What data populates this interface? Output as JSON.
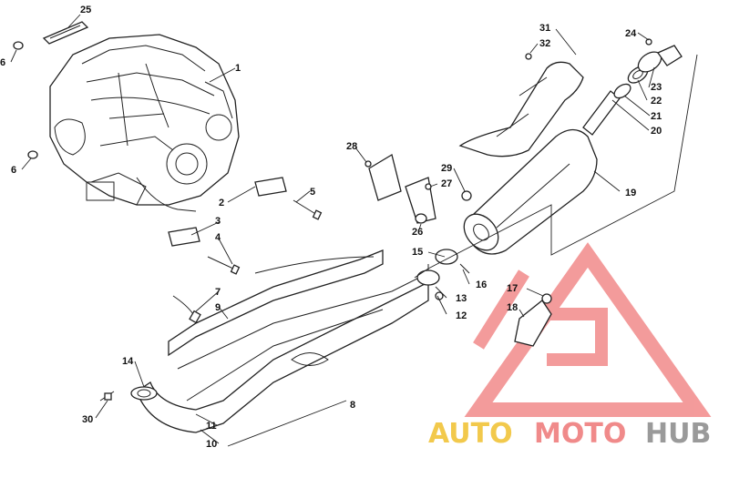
{
  "diagram": {
    "callouts": [
      "1",
      "2",
      "3",
      "4",
      "5",
      "6",
      "7",
      "8",
      "9",
      "10",
      "11",
      "12",
      "13",
      "14",
      "15",
      "16",
      "17",
      "18",
      "19",
      "20",
      "21",
      "22",
      "23",
      "24",
      "25",
      "26",
      "27",
      "28",
      "29",
      "30",
      "31",
      "32"
    ],
    "callout_6_repeat": "6"
  },
  "watermark": {
    "part1": "AUTO",
    "part2": "MOTO",
    "part3": "HUB",
    "colors": {
      "auto": "#f2c94c",
      "moto": "#f08a8a",
      "hub": "#9a9a9a",
      "triangle": "#f07a7a"
    }
  }
}
